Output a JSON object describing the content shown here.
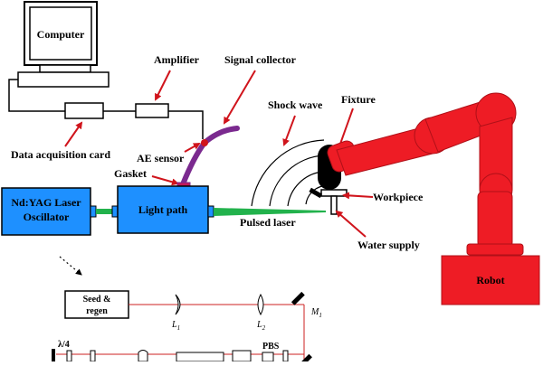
{
  "labels": {
    "computer": "Computer",
    "amplifier": "Amplifier",
    "signal_collector": "Signal collector",
    "data_acquisition_card": "Data acquisition card",
    "ae_sensor": "AE sensor",
    "gasket": "Gasket",
    "laser_line1": "Nd:YAG Laser",
    "laser_line2": "Oscillator",
    "light_path": "Light path",
    "shock_wave": "Shock wave",
    "fixture": "Fixture",
    "workpiece": "Workpiece",
    "pulsed_laser": "Pulsed laser",
    "water_supply": "Water supply",
    "robot": "Robot",
    "seed_line1": "Seed &",
    "seed_line2": "regen",
    "l1": "L",
    "l1_sub": "1",
    "l2": "L",
    "l2_sub": "2",
    "m1": "M",
    "m1_sub": "1",
    "pbs": "PBS",
    "lambda4": "λ/4"
  },
  "colors": {
    "box_fill": "#1e90ff",
    "robot_red": "#ee1c25",
    "laser_beam": "#22b24c",
    "arrow_red": "#d0141c",
    "sensor_purple": "#7b2a8f",
    "optics_line": "#cc2222"
  }
}
